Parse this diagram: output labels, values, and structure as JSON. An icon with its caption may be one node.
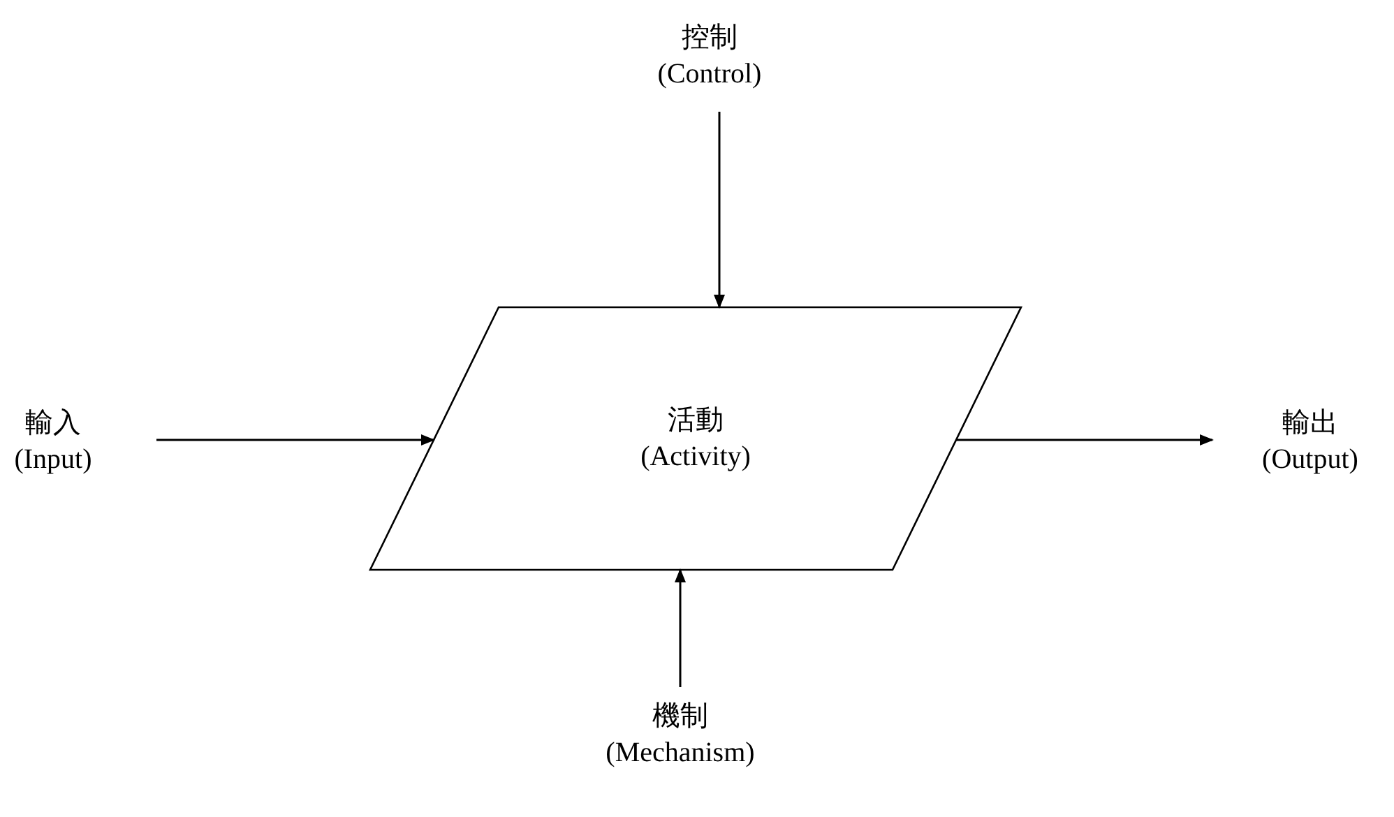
{
  "diagram": {
    "nodes": [
      {
        "text": [
          "活動",
          "(Activity)"
        ]
      },
      {
        "text": [
          "控制",
          "(Control)"
        ]
      },
      {
        "text": [
          "輸入",
          "(Input)"
        ]
      },
      {
        "text": [
          "輸出",
          "(Output)"
        ]
      },
      {
        "text": [
          "機制",
          "(Mechanism)"
        ]
      }
    ],
    "edges": [
      {
        "from": 1,
        "to": 0,
        "arrow": "to"
      },
      {
        "from": 2,
        "to": 0,
        "arrow": "to"
      },
      {
        "from": 0,
        "to": 3,
        "arrow": "to"
      },
      {
        "from": 4,
        "to": 0,
        "arrow": "to"
      }
    ]
  }
}
